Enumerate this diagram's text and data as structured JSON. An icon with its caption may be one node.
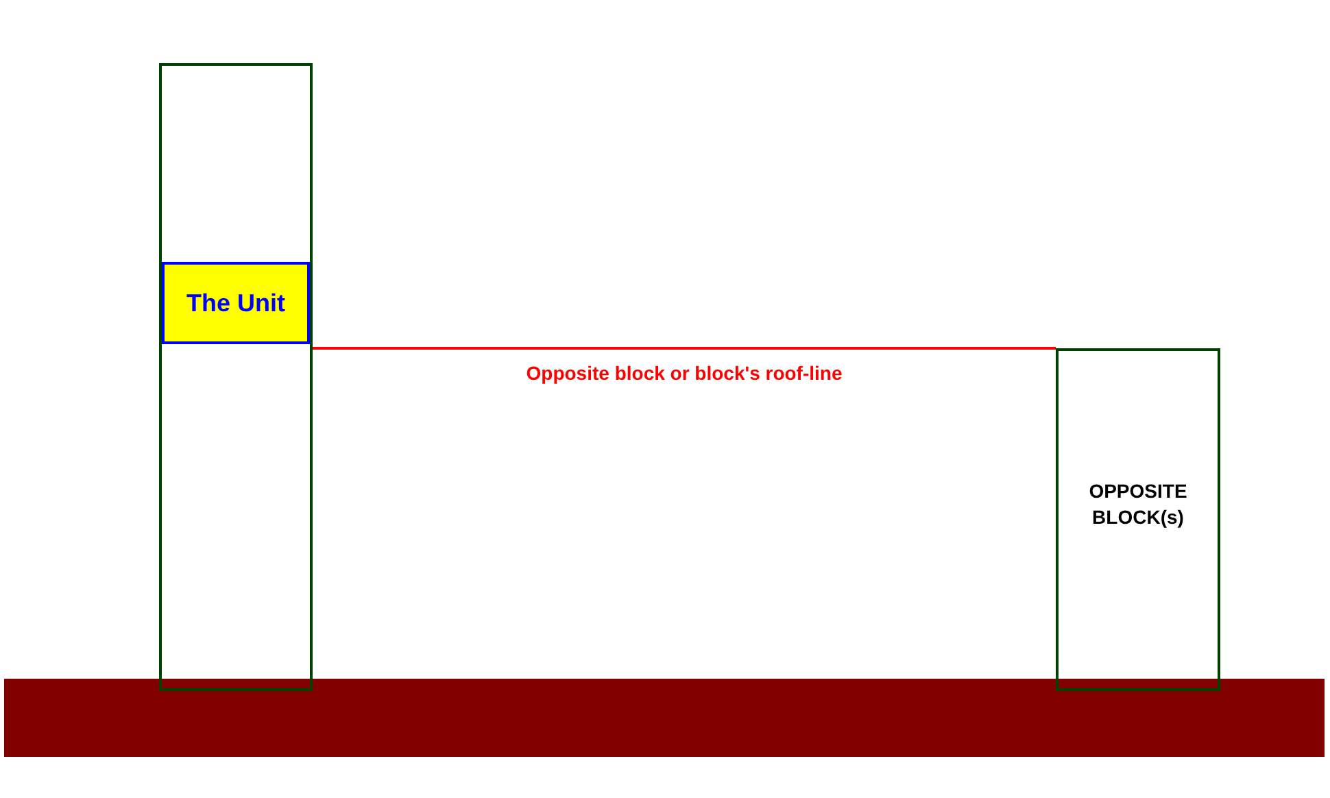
{
  "diagram": {
    "nodes": [
      {
        "text": [],
        "shape": "box"
      },
      {
        "text": [
          "The Unit"
        ],
        "in": 0
      },
      {
        "text": [
          "OPPOSITE BLOCK(s)"
        ]
      }
    ],
    "edges": [
      {
        "from": 0,
        "to": 2,
        "arrow": "none",
        "label": "Opposite block or block's roof-line",
        "color": "#ff0000"
      }
    ]
  }
}
